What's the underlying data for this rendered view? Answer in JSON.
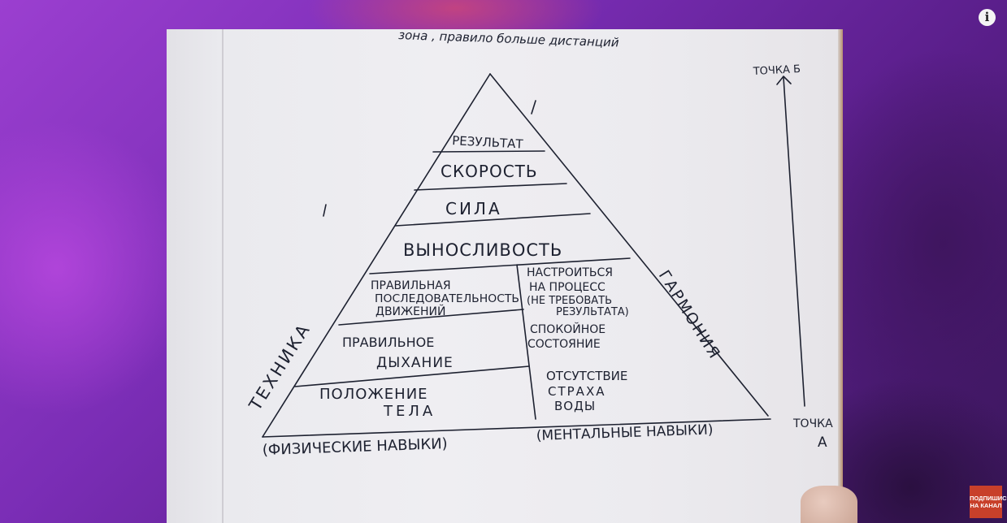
{
  "player": {
    "info_icon_glyph": "i",
    "subscribe_line1": "ПОДПИШИСЬ",
    "subscribe_line2": "НА КАНАЛ"
  },
  "notebook": {
    "top_note": "зона , правило больше дистанций",
    "axis_top_label": "ТОЧКА Б",
    "axis_bottom_label_line1": "ТОЧКА",
    "axis_bottom_label_line2": "А",
    "side_left": "ТЕХНИКА",
    "side_right": "ГАРМОНИЯ",
    "pyramid_levels": {
      "result": "РЕЗУЛЬТАТ",
      "speed": "СКОРОСТЬ",
      "strength": "СИЛА",
      "endurance": "ВЫНОСЛИВОСТЬ"
    },
    "physical": {
      "movement_line1": "ПРАВИЛЬНАЯ",
      "movement_line2": "ПОСЛЕДОВАТЕЛЬНОСТЬ",
      "movement_line3": "ДВИЖЕНИЙ",
      "breathing_line1": "ПРАВИЛЬНОЕ",
      "breathing_line2": "ДЫХАНИЕ",
      "body_line1": "ПОЛОЖЕНИЕ",
      "body_line2": "ТЕЛА"
    },
    "mental": {
      "tune_line1": "НАСТРОИТЬСЯ",
      "tune_line2": "НА ПРОЦЕСС",
      "tune_line3": "(НЕ ТРЕБОВАТЬ",
      "tune_line4": "РЕЗУЛЬТАТА)",
      "calm_line1": "СПОКОЙНОЕ",
      "calm_line2": "СОСТОЯНИЕ",
      "fear_line1": "ОТСУТСТВИЕ",
      "fear_line2": "СТРАХА",
      "fear_line3": "ВОДЫ"
    },
    "footer_left": "(ФИЗИЧЕСКИЕ НАВЫКИ)",
    "footer_right": "(МЕНТАЛЬНЫЕ НАВЫКИ)"
  },
  "colors": {
    "ink": "#1d2130",
    "paper": "#ecebef",
    "subscribe_bg": "#c8402a"
  }
}
